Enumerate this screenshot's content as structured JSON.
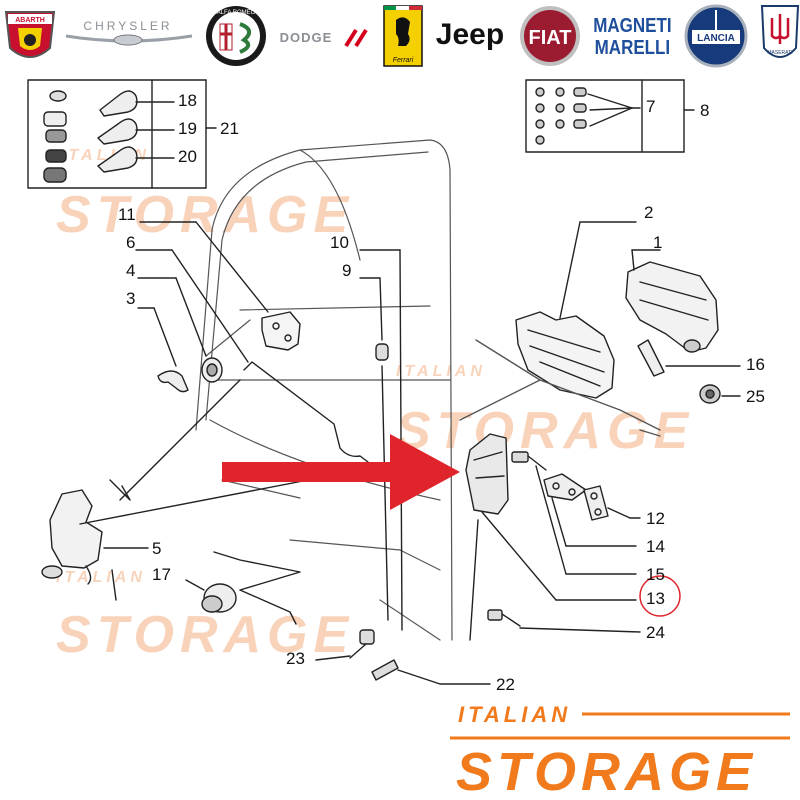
{
  "brands": [
    {
      "name": "ABARTH",
      "color": "#c8102e"
    },
    {
      "name": "CHRYSLER",
      "color": "#8a8f96"
    },
    {
      "name": "ALFA ROMEO",
      "color": "#b21f2d"
    },
    {
      "name": "DODGE",
      "color": "#8a8f96"
    },
    {
      "name": "Ferrari",
      "color": "#f5d000"
    },
    {
      "name": "Jeep",
      "color": "#111111"
    },
    {
      "name": "FIAT",
      "color": "#9b1b30"
    },
    {
      "name": "MAGNETI",
      "color": "#1f4e9c"
    },
    {
      "name": "MARELLI",
      "color": "#1f4e9c"
    },
    {
      "name": "LANCIA",
      "color": "#163a7a"
    },
    {
      "name": "MASERATI",
      "color": "#1a3a6b"
    }
  ],
  "watermark": {
    "line1": "ITALIAN",
    "line2": "STORAGE",
    "color": "#f4b082"
  },
  "footer_logo": {
    "line1": "ITALIAN",
    "line2": "STORAGE",
    "color": "#f07a1c"
  },
  "callouts": [
    "1",
    "2",
    "3",
    "4",
    "5",
    "6",
    "7",
    "8",
    "9",
    "10",
    "11",
    "12",
    "13",
    "14",
    "15",
    "16",
    "17",
    "18",
    "19",
    "20",
    "21",
    "22",
    "23",
    "24",
    "25"
  ],
  "highlight": {
    "label": "13",
    "ring_color": "#e0242b",
    "arrow_color": "#e0242b"
  }
}
